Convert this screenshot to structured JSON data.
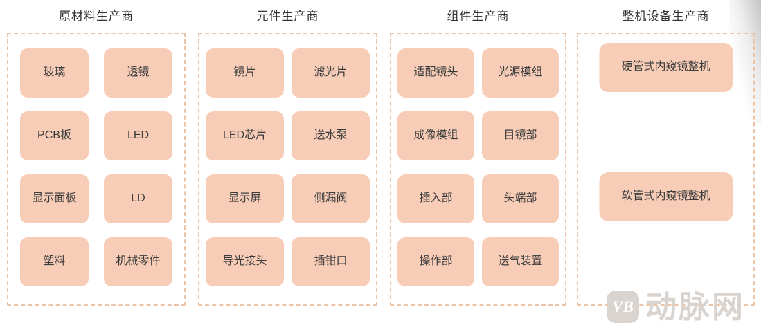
{
  "diagram": {
    "title_meaning": "内窥镜产业链结构图",
    "columns": [
      {
        "title": "原材料生产商",
        "items": [
          "玻璃",
          "透镜",
          "PCB板",
          "LED",
          "显示面板",
          "LD",
          "塑料",
          "机械零件"
        ]
      },
      {
        "title": "元件生产商",
        "items": [
          "镜片",
          "滤光片",
          "LED芯片",
          "送水泵",
          "显示屏",
          "侧漏阀",
          "导光接头",
          "插钳口"
        ]
      },
      {
        "title": "组件生产商",
        "items": [
          "适配镜头",
          "光源模组",
          "成像模组",
          "目镜部",
          "插入部",
          "头端部",
          "操作部",
          "送气装置"
        ]
      },
      {
        "title": "整机设备生产商",
        "items": [
          "硬管式内窥镜整机",
          "软管式内窥镜整机"
        ]
      }
    ]
  },
  "watermark": {
    "badge": "VB",
    "text": "动脉网"
  },
  "colors": {
    "box_fill": "#f7cdb8",
    "dashed_border": "#ecc4a8",
    "title_text": "#333333",
    "box_text": "#3b3b3b",
    "watermark_gray": "#d9d4d0",
    "background": "#ffffff"
  }
}
